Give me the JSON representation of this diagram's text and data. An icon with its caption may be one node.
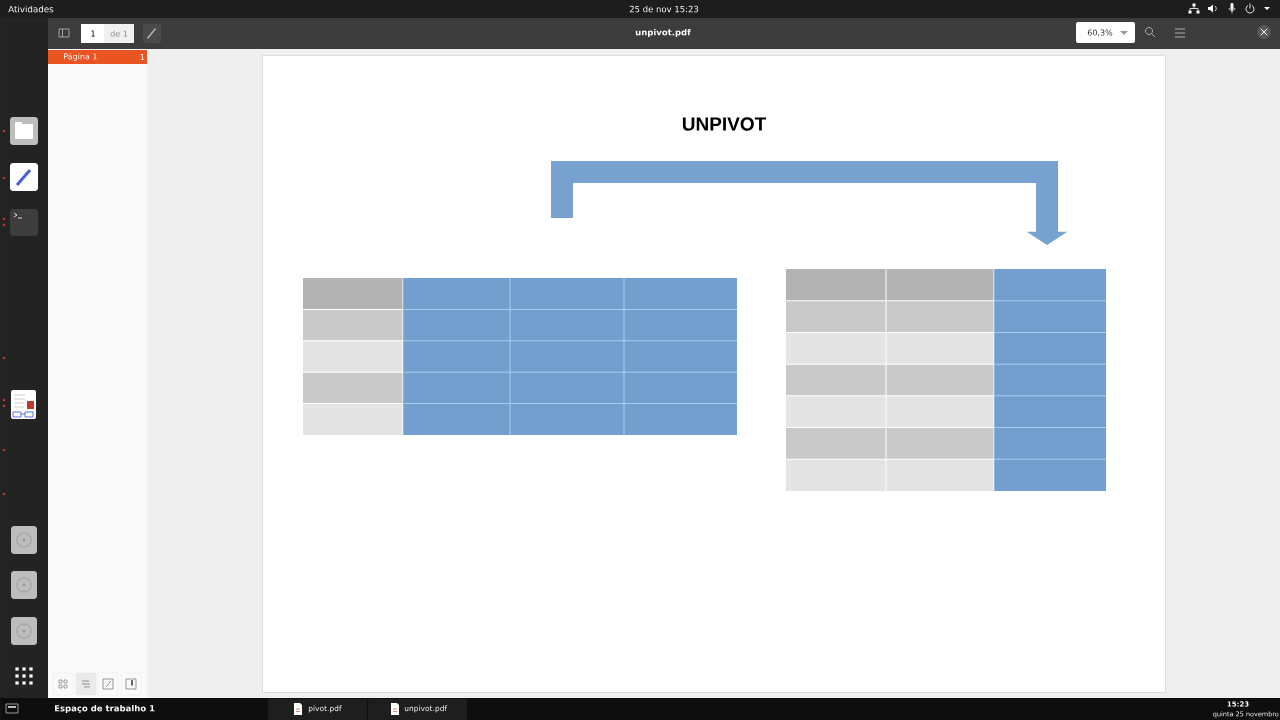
{
  "diagram": {
    "title": "UNPIVOT",
    "nodes": [
      {
        "text": [],
        "shape": "table"
      },
      {
        "text": [],
        "shape": "table"
      }
    ],
    "edges": [
      {
        "from": 0,
        "to": 1,
        "arrow": "to",
        "color": "#77a2cf"
      }
    ],
    "labels": [
      "Atividades",
      "25 de nov 15:23",
      "1",
      "de 1",
      "unpivot.pdf",
      "60,3%",
      "Página 1",
      "1",
      "Espaço de trabalho 1",
      "pivot.pdf",
      "unpivot.pdf",
      "15:23",
      "quinta 25 novembro"
    ]
  }
}
